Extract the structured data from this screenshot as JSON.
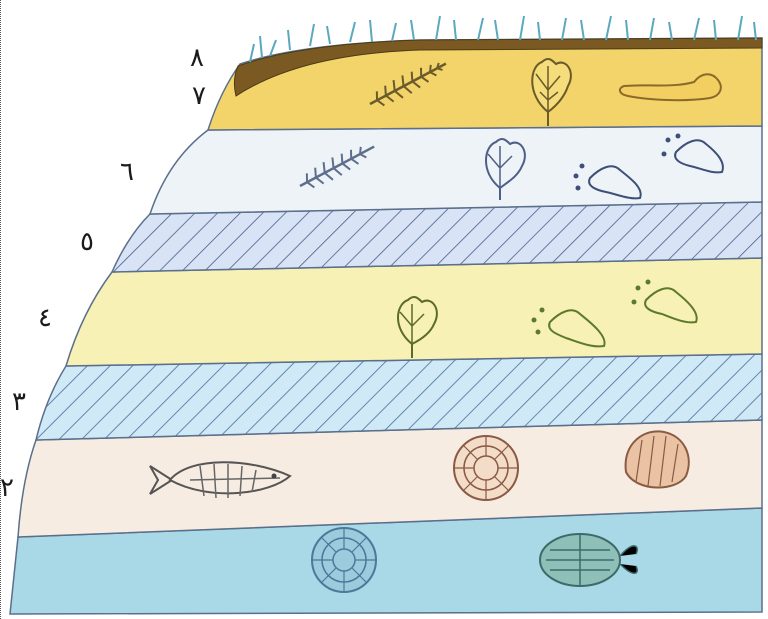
{
  "layer_labels": [
    "٨",
    "٧",
    "٦",
    "٥",
    "٤",
    "٣",
    "٢"
  ],
  "layers": [
    {
      "fill": "#f2d46a",
      "pattern": false,
      "fossils": [
        "fern-frond",
        "leaf",
        "bone"
      ]
    },
    {
      "fill": "#eef3f8",
      "pattern": false,
      "fossils": [
        "fern-frond",
        "leaf",
        "dinosaur-footprint",
        "dinosaur-footprint"
      ]
    },
    {
      "fill": "#c9d8f0",
      "pattern": true,
      "fossils": []
    },
    {
      "fill": "#f7f1b6",
      "pattern": false,
      "fossils": [
        "leaf",
        "dinosaur-footprint",
        "dinosaur-footprint"
      ]
    },
    {
      "fill": "#bfe3f3",
      "pattern": true,
      "fossils": []
    },
    {
      "fill": "#f6ece2",
      "pattern": false,
      "fossils": [
        "fish",
        "ammonite",
        "scallop-shell"
      ]
    },
    {
      "fill": "#a9d8e6",
      "pattern": false,
      "fossils": [
        "ammonite",
        "trilobite"
      ]
    }
  ],
  "colors": {
    "grass": "#6fb7c9",
    "topsoil": "#7a5a22",
    "outline": "#5b6f8c"
  }
}
